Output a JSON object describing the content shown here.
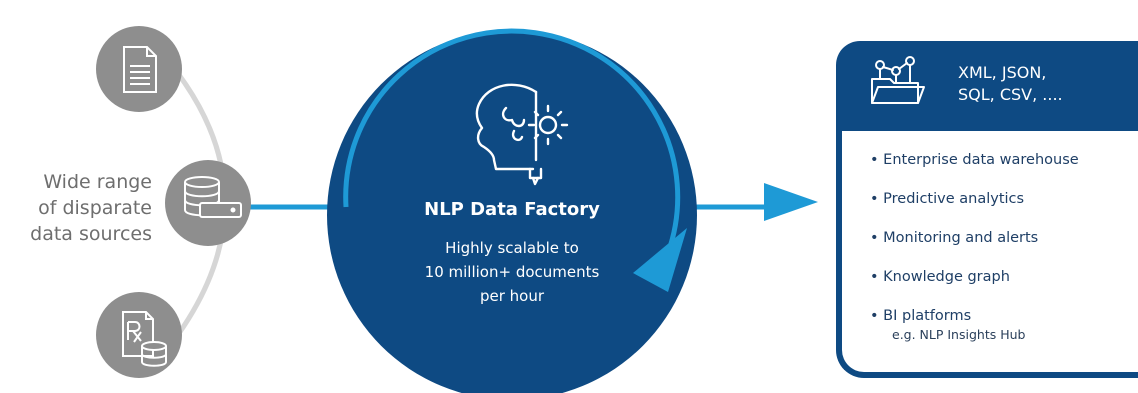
{
  "sources": {
    "label_lines": [
      "Wide range",
      "of disparate",
      "data sources"
    ],
    "items": [
      {
        "icon": "document-icon"
      },
      {
        "icon": "database-server-icon"
      },
      {
        "icon": "prescription-database-icon"
      }
    ]
  },
  "hub": {
    "icon": "head-gear-icon",
    "title": "NLP Data Factory",
    "subtitle_lines": [
      "Highly scalable to",
      "10 million+ documents",
      "per hour"
    ]
  },
  "output": {
    "icon": "folder-network-icon",
    "format_lines": [
      "XML, JSON,",
      "SQL, CSV, ...."
    ],
    "uses": [
      {
        "label": "• Enterprise data warehouse"
      },
      {
        "label": "• Predictive analytics"
      },
      {
        "label": "• Monitoring and alerts"
      },
      {
        "label": "• Knowledge graph"
      },
      {
        "label": "• BI platforms",
        "note": "e.g. NLP Insights Hub"
      }
    ]
  },
  "colors": {
    "navy": "#0e4a83",
    "accent_blue": "#1e9ad6",
    "gray_circle": "#8e8e8e",
    "arc_gray": "#d6d6d6",
    "label_gray": "#6e6e6e",
    "list_text": "#1f3f66"
  }
}
